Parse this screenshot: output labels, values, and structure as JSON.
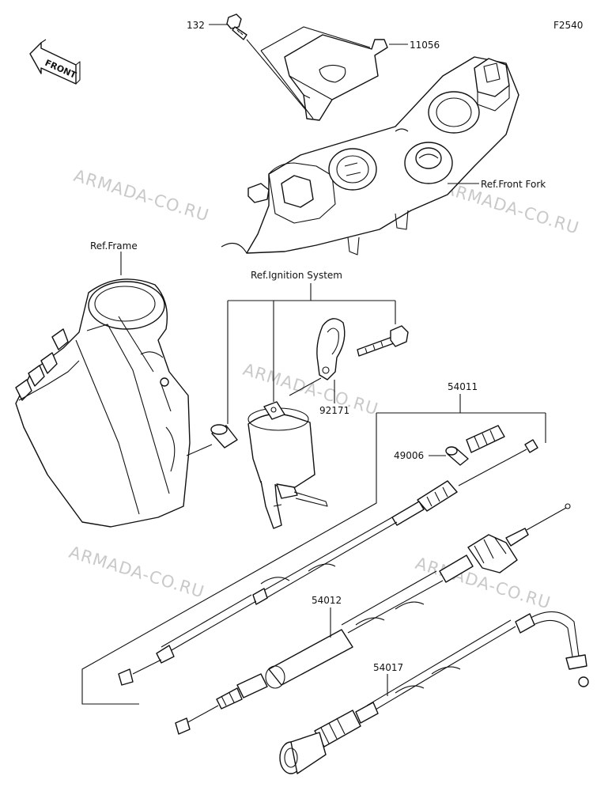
{
  "figure_code": "F2540",
  "front_badge": "FRONT",
  "labels": {
    "p132": "132",
    "p11056": "11056",
    "ref_front_fork": "Ref.Front Fork",
    "ref_frame": "Ref.Frame",
    "ref_ignition": "Ref.Ignition System",
    "p92171": "92171",
    "p54011": "54011",
    "p49006": "49006",
    "p54012": "54012",
    "p54017": "54017"
  },
  "watermark": "ARMADA-CO.RU",
  "colors": {
    "line": "#111111",
    "watermark": "#c9c9c9",
    "background": "#ffffff"
  }
}
